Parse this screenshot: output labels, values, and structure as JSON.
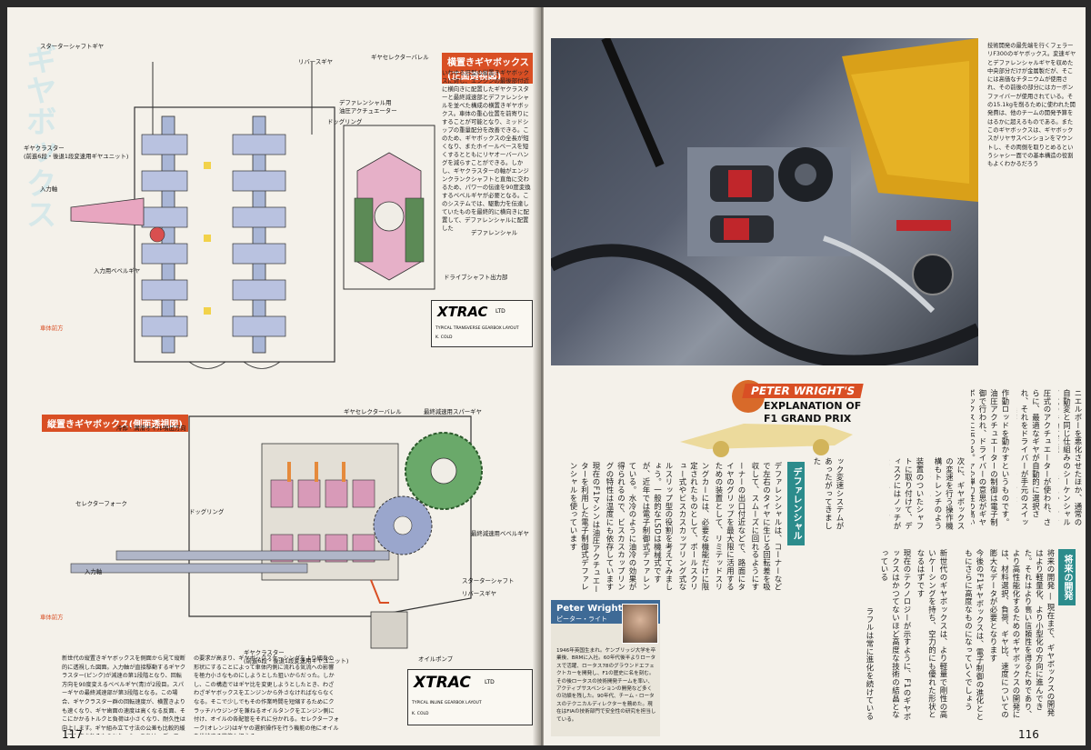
{
  "left_page": {
    "number": "117",
    "diagram_top": {
      "tag": "横置きギヤボックス(正面透視図)",
      "labels": {
        "starter_gear": "スターターシャフトギヤ",
        "gear_cluster": "ギヤクラスター\n(前進6段・後退1段変速用ギヤユニット)",
        "input_shaft": "入力軸",
        "bevel_gear": "入力用ベベルギヤ",
        "reverse_gear": "リバースギヤ",
        "selector_barrel": "ギヤセレクターバレル",
        "diff_actuator": "デファレンシャル用\n油圧アクチュエーター",
        "dog_ring": "ドッグリング",
        "diff": "デファレンシャル",
        "drive_flange": "ドライブシャフト出力部",
        "front_dir": "車体前方"
      },
      "caption": "いわゆる旧型の縦置きギヤボックスに対し、エンジンの最後部付近に横向きに配置したギヤクラスターと最終減速部とデファレンシャルを並べた構成の横置きギヤボックス。車体の重心位置を前寄りにすることが可能となり、ミッドシップの重量配分を改善できる。このため、ギヤボックスの全長が短くなり、またホイールベースを短くするとともにリヤオーバーハングを減らすことができる。しかし、ギヤクラスターの軸がエンジンクランクシャフトと直角に交わるため、パワーの伝達を90度変換するベベルギヤが必要となる。このシステムでは、駆動力を伝達していたものを最終的に横向きに配置して、デファレンシャルに配置した"
    },
    "diagram_bottom": {
      "tag": "縦置きギヤボックス(側面透視図)",
      "labels": {
        "selector_barrel": "ギヤセレクターバレル",
        "final_spur": "最終減速用スパーギヤ",
        "oil_outlet": "冷却・潤滑オイル噴出方向",
        "selector_fork": "セレクターフォーク",
        "dog_ring": "ドッグリング",
        "final_bevel": "最終減速用ベベルギヤ",
        "starter_shaft": "スターターシャフト",
        "reverse_gear": "リバースギヤ",
        "input_shaft": "入力軸",
        "gear_cluster": "ギヤクラスター\n(前進6段・後退1段変速用ギヤユニット)",
        "oil_pump": "オイルポンプ",
        "front_dir": "車体前方"
      }
    },
    "xtrac_top": {
      "logo": "XTRAC",
      "ltd": "LTD",
      "title": "TYPICAL TRANSVERSE GEARBOX LAYOUT",
      "drawn": "K. COLD"
    },
    "xtrac_bottom": {
      "logo": "XTRAC",
      "ltd": "LTD",
      "title": "TYPICAL INLINE GEARBOX LAYOUT",
      "drawn": "K. COLD"
    },
    "body_col1": "新世代の縦置きギヤボックスを側面から見て縦断的に透視した図面。入力軸が直接駆動するギヤクラスター(ピンク)が減速の第1段階となり、回転方向を90度変えるベベルギヤ(青)が2段目。スパーギヤの最終減速部が第3段階となる。この場合、ギヤクラスター群の回転速度が、横置きよりも速くなり、ギヤ歯面の速度は高くなる反面、そこにかかるトルクと負荷は小さくなり、耐久性は向上します。ギヤ組み立て寸法の公差も比較的緩くても許されるものとなった。これは、ディフューザーによるダウンフォース獲得",
    "body_col2": "の要求が高まり、ギヤボックスケーシングをより細身の形状にすることによって車体内側に流れる気流への影響を極力小さなものにしようとした狙いからだった。しかし、この構造ではギヤ比を変更しようとしたとき、わざわざギヤボックスをエンジンから外さなければならなくなる。そこで少しでもその作業時間を短縮するためにクラッチハウジングを兼ねるオイルタンクをエンジン側に付け、オイルの各配管をそれに分かれる。セレクターフォーク(オレンジ)はギヤの選択操作を行う機能の他にオイルを供給する機能も担える"
  },
  "right_page": {
    "number": "116",
    "photo_caption": "技術開発の最先端を行くフェラーリF300のギヤボックス。変速ギヤとデファレンシャルギヤを収めた中央部分だけが金属製だが、そこには高価なチタニウムが使用され、その前後の部分にはカーボンファイバーが使用されている。その15.1kgを削るために使われた開発費は、他のチームの開発予算をはるかに超えるものである。またこのギヤボックスは、ギヤボックスがリヤサスペンションをマウントし、その両側を取りとめるというシャシー面での基本構造の役割もよくわかるだろう",
    "feature": {
      "line1": "PETER WRIGHT'S",
      "line2": "EXPLANATION OF",
      "line3": "F1 GRAND PRIX"
    },
    "section_diff": "デファレンシャル",
    "section_future": "将来の開発",
    "author": {
      "name": "Peter Wright",
      "kana": "ピーター・ライト",
      "bio": "1946年英国生まれ。ケンブリッジ大学を卒業後、BRMに入社。60年代後半よりロータスで活躍、ロータス78のグラウンドエフェクトカーを開発し、F1の歴史に名を刻む。その後ロータスの技術開発チームを率い、アクティブサスペンションの開発など多くの功績を残した。90年代、チーム・ロータスのテクニカルディレクターを務めた。現在はFIAの技術部門で安全性の研究を担当している。"
    },
    "col_a": "ニエルボーを悪化させたほか、通常の自動変と同じ仕組みのシーケンシャル方式の手動式変速メカニズムから、オートバイのギヤボックスのような変速を可能にするため、そのギヤボックスは前後方向のセミオートマチック",
    "col_b": "圧式のアクチュエーターが使われ、さらに、最適なギヤが自動的に選択され、それをドライバーが手元のスイッチで操作するようになった。最初のそれは、ギヤ比を切り替える作業を行った。フェラーリの勢いは本物になった",
    "col_c": "作動ロッドを動かすというものです。油圧アクチュエーターの制御は電子制御で行われ、ドライバーの意思がギヤボックスに伝わる。ヤや弾力性の高い材料が使われるようになったのは、ピストン面積が大きい、コンピューター制御と",
    "col_d": "次に、ギヤボックスの変速を行う操作機構もトレンチのように設計されており、それが実は最大の特徴だと思われる。これはアクチュエーターを使用して行なわれるよう",
    "col_e": "装置のついたシャフトに取り付けて、ディスクにはノッチが設けられている。ステップモーターのように回転を行うわけだ。そのシステムが油圧アクチュエーターで作動するセミオートマチック変速システム",
    "col_f": "ック変速システムがあったがってきました",
    "diff_1": "デファレンシャルは、コーナーなどで左右のタイヤに生じる回転差を吸収して、スムーズに回れるようにするための装置です。しかし、左右輪の回転差を自由に認めてしまうと、片輪が浮いたときなどに駆動力を失う。その対策として",
    "diff_2": "ーナーの出口付近などで、路面にタイヤのグリップを最大限に活用するための装置として、リミテッドスリップデフが使われる。それは、デフの内部にある差動制限機構によって実現されるものです",
    "diff_3": "ングカーには、必要な機能だけに限定されたものとして、ボールスクリュー式やビスカスカップリング式など多くの種類が存在します。機械式の場合は、左右輪の回転差に応じて伝達トルクを制御します",
    "diff_4": "ルスリップ型の役割を考えてみましょう。一般的なLSDは機械式ですが、近年では電子制御式デファレンシャルも登場しており、それぞれのクルマで最適なものが選ばれています",
    "diff_5": "ている。水冷のように油冷の効果が得られるので、ビスカスカップリングの特性は温度にも依存しています",
    "diff_6": "現在のF1マシンは油圧アクチュエーターを利用した電子制御式デファレンシャルを使っています",
    "fut_1": "将来の開発 — 現在まで、ギヤボックスの開発はより軽量化、より小型化の方向に進んできた。それはより高い信頼性を得るためであり、トランスミッションの効率を上げることでもあった",
    "fut_2": "より高性能化するためのギヤボックスの開発には、材料選択、負荷、ギヤ比、速度についての膨大なデータが必要となります",
    "fut_3": "今後のF1ギヤボックスは、電子制御の進化とともにさらに高度なものになっていくでしょう",
    "fut_4": "新世代のギヤボックスは、より軽量で剛性の高いケーシングを持ち、空力的にも優れた形状となるはずです",
    "fut_5": "現在のテクノロジーが示すように、F1のギヤボックスはかつてないほど高度な技術の結晶となっている",
    "fut_6": "ラフルは常に進化を続けている"
  }
}
